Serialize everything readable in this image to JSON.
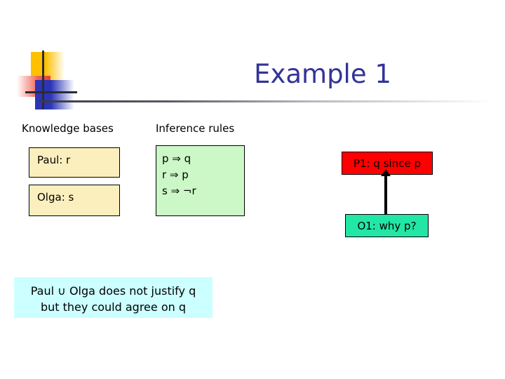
{
  "slide": {
    "title": "Example 1",
    "logo": {
      "name": "decorative-logo"
    },
    "columns": {
      "knowledge_bases_header": "Knowledge bases",
      "inference_rules_header": "Inference rules"
    },
    "knowledge_bases": [
      {
        "label": "Paul: r"
      },
      {
        "label": "Olga: s"
      }
    ],
    "inference_rules": {
      "lines": [
        "p ⇒ q",
        "r ⇒ p",
        "s ⇒ ¬r"
      ]
    },
    "dialogue": {
      "proponent_move": "P1: q since p",
      "opponent_move": "O1: why p?",
      "arrow": "up-arrow"
    },
    "conclusion": {
      "line1": "Paul ∪ Olga does not justify q",
      "line2": "but they could agree on q"
    },
    "colors": {
      "title": "#333399",
      "knowledge_box": "#FCEFBE",
      "rules_box": "#CCF7C7",
      "proponent_box": "#FF0000",
      "opponent_box": "#22E6A5",
      "conclusion_box": "#CCFFFF"
    }
  }
}
